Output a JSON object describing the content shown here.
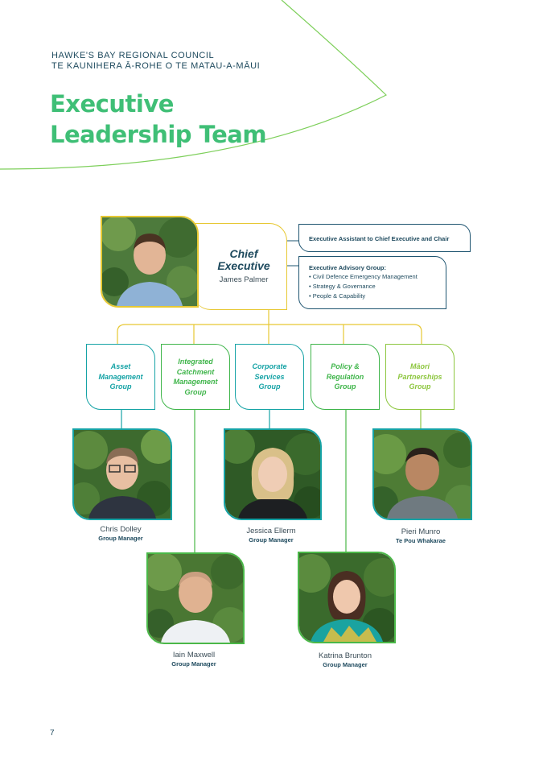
{
  "header": {
    "org_line1": "HAWKE'S BAY REGIONAL COUNCIL",
    "org_line2": "TE KAUNIHERA Ā-ROHE O TE MATAU-A-MĀUI",
    "title_line1": "Executive",
    "title_line2": "Leadership Team"
  },
  "chief": {
    "title_line1": "Chief",
    "title_line2": "Executive",
    "name": "James Palmer"
  },
  "assistant": {
    "label": "Executive Assistant to Chief Executive and Chair"
  },
  "advisory": {
    "heading": "Executive Advisory Group:",
    "items": [
      "Civil Defence Emergency Management",
      "Strategy & Governance",
      "People & Capability"
    ]
  },
  "groups": [
    {
      "lines": [
        "Asset",
        "Management",
        "Group"
      ]
    },
    {
      "lines": [
        "Integrated",
        "Catchment",
        "Management",
        "Group"
      ]
    },
    {
      "lines": [
        "Corporate",
        "Services",
        "Group"
      ]
    },
    {
      "lines": [
        "Policy &",
        "Regulation",
        "Group"
      ]
    },
    {
      "lines": [
        "Māori",
        "Partnerships",
        "Group"
      ]
    }
  ],
  "people": [
    {
      "name": "Chris Dolley",
      "role": "Group Manager"
    },
    {
      "name": "Iain Maxwell",
      "role": "Group Manager"
    },
    {
      "name": "Jessica Ellerm",
      "role": "Group Manager"
    },
    {
      "name": "Katrina Brunton",
      "role": "Group Manager"
    },
    {
      "name": "Pieri Munro",
      "role": "Te Pou Whakarae"
    }
  ],
  "page": {
    "number": "7"
  },
  "colors": {
    "teal": "#16a3a6",
    "green": "#3fb54a",
    "lime": "#8dc63f",
    "gold": "#e7c833",
    "navy": "#1e4a5e",
    "title_green": "#3fbf76"
  }
}
